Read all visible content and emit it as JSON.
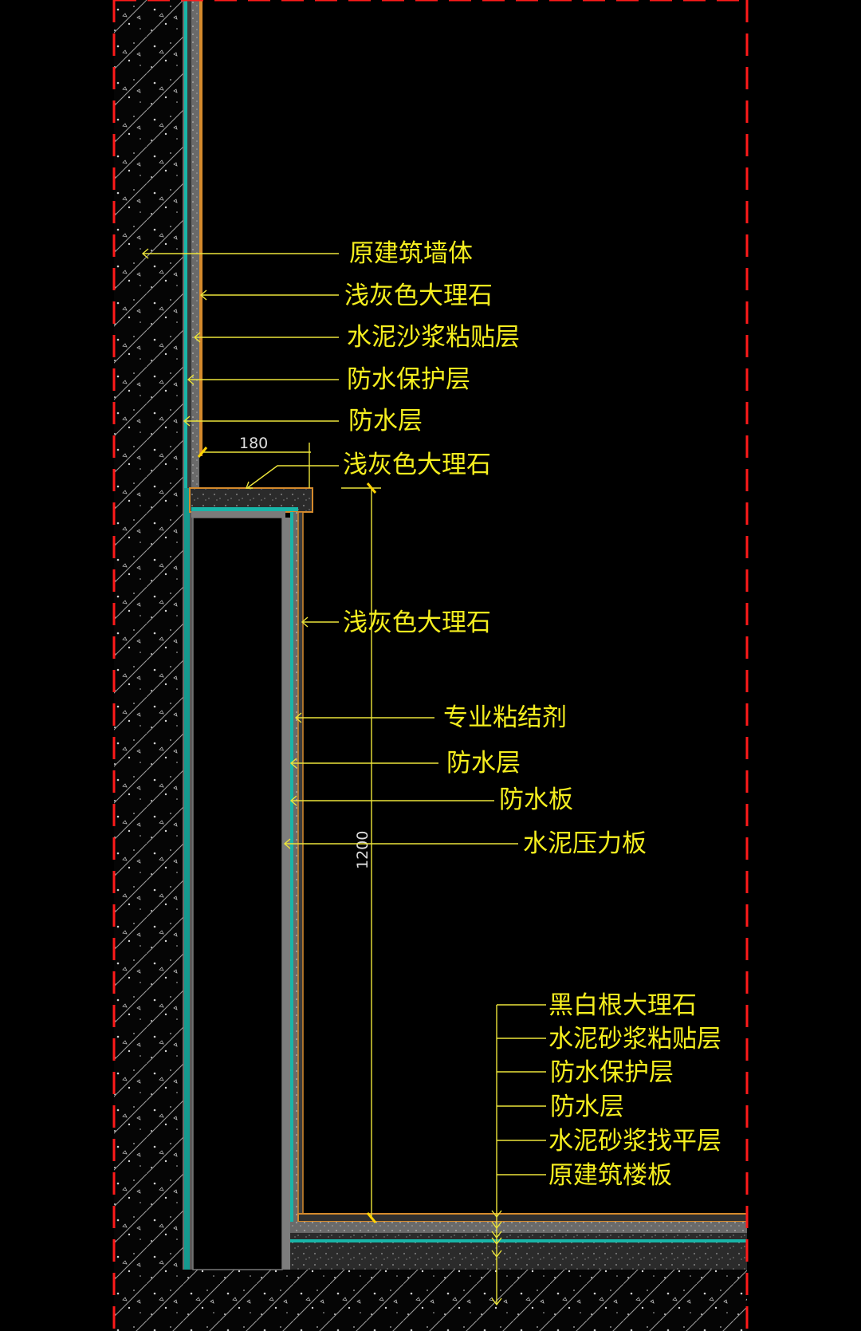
{
  "colors": {
    "background": "#000000",
    "frame": "#ff1a1a",
    "label": "#f5ee1f",
    "leader": "#ece43a",
    "dimension": "#dddddd",
    "marble_edge": "#d58a2c",
    "waterproof": "#18b5a8",
    "concrete": "#4a4a4a"
  },
  "wall_labels": [
    {
      "text": "原建筑墙体"
    },
    {
      "text": "浅灰色大理石"
    },
    {
      "text": "水泥沙浆粘贴层"
    },
    {
      "text": "防水保护层"
    },
    {
      "text": "防水层"
    }
  ],
  "ledge_label": {
    "text": "浅灰色大理石"
  },
  "ledge_dimension": "180",
  "ledge_front_labels": [
    {
      "text": "浅灰色大理石"
    },
    {
      "text": "专业粘结剂"
    },
    {
      "text": "防水层"
    },
    {
      "text": "防水板"
    },
    {
      "text": "水泥压力板"
    }
  ],
  "height_dimension": "1200",
  "floor_labels": [
    {
      "text": "黑白根大理石"
    },
    {
      "text": "水泥砂浆粘贴层"
    },
    {
      "text": "防水保护层"
    },
    {
      "text": "防水层"
    },
    {
      "text": "水泥砂浆找平层"
    },
    {
      "text": "原建筑楼板"
    }
  ]
}
